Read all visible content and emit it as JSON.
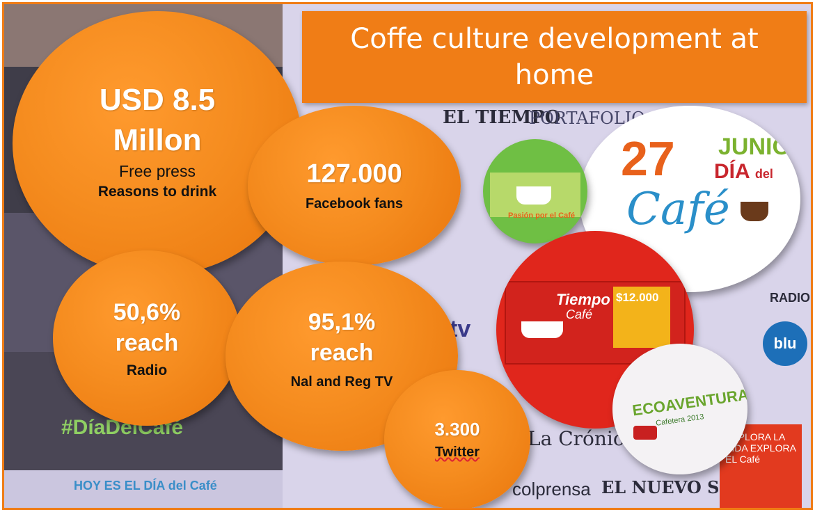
{
  "title": "Coffe culture development at home",
  "bubbles": {
    "press": {
      "value": "USD 8.5 Millon",
      "line1": "Free press",
      "line2": "Reasons to drink"
    },
    "facebook": {
      "value": "127.000",
      "label": "Facebook fans"
    },
    "radio": {
      "value": "50,6% reach",
      "label": "Radio"
    },
    "tv": {
      "value": "95,1% reach",
      "label": "Nal and Reg TV"
    },
    "twitter": {
      "value": "3.300",
      "label": "Twitter"
    }
  },
  "badges": {
    "dia_cafe": {
      "day": "27",
      "month": "JUNIO",
      "dia": "DÍA",
      "del": "del",
      "cafe": "Café"
    },
    "pasion": {
      "text": "Pasión por el Café"
    },
    "tiempo": {
      "brand": "Tiempo",
      "cafe": "Café",
      "price": "$12.000"
    },
    "eco": {
      "text": "ECOAVENTURA",
      "sub": "Cafetera 2013"
    }
  },
  "logos": {
    "el_tiempo": "EL TIEMPO",
    "portafolio": "PORTAFOLIO",
    "la_cronica": "La Crónica",
    "colprensa": "colprensa",
    "el_nuevo_siglo": "EL NUEVO SIGLO",
    "radio": "RADIO",
    "blu": "blu",
    "tv": "tv",
    "hashtag": "#DíaDelCafé",
    "hoy": "HOY ES EL DÍA del Café",
    "explora": "EXPLORA LA VIDA EXPLORA EL Café"
  },
  "colors": {
    "accent": "#f07d16",
    "bubble": "#f58c1f",
    "red": "#e0261c"
  }
}
